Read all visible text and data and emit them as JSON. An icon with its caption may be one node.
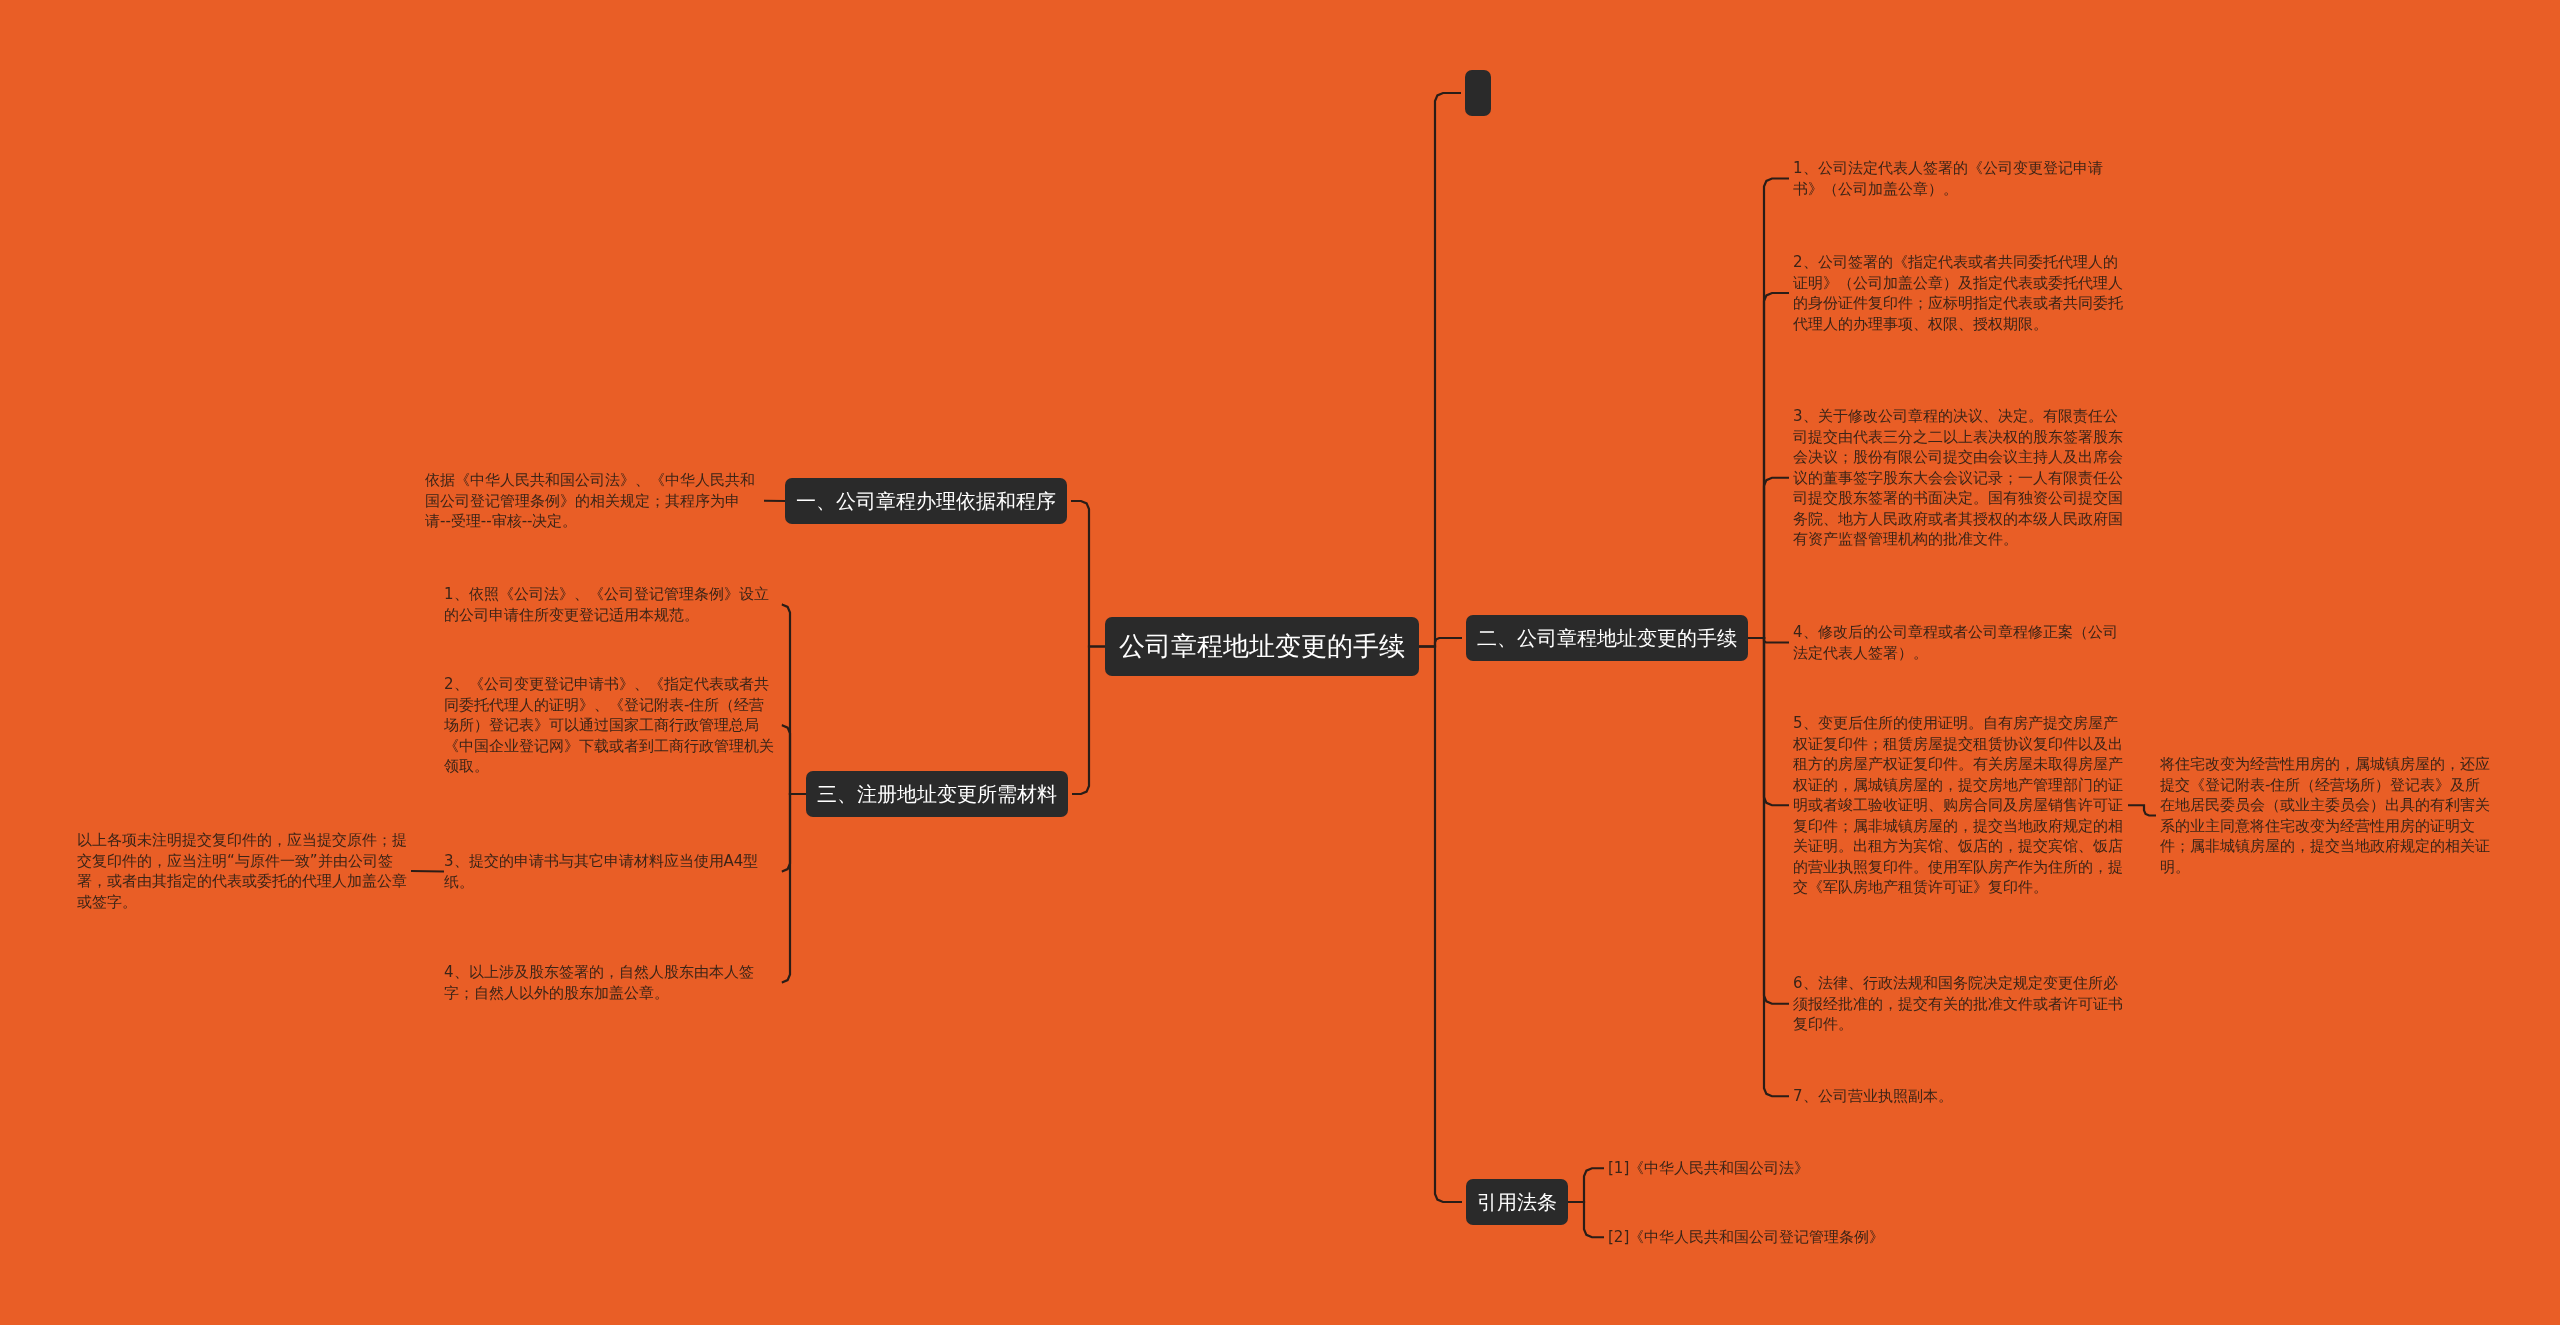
{
  "diagram": {
    "nodes": [
      {
        "text": [
          "公司章程地址变更的手续"
        ]
      },
      {
        "text": [],
        "shape": "box"
      },
      {
        "text": [
          "一、公司章程办理依据和程序"
        ]
      },
      {
        "text": [
          "依据《中华人民共和国公司法》、《中华人民共和国公司登记管理条例》的相关规定；其程序为申请--受理--审核--决定。"
        ]
      },
      {
        "text": [
          "三、注册地址变更所需材料"
        ]
      },
      {
        "text": [
          "1、依照《公司法》、《公司登记管理条例》设立的公司申请住所变更登记适用本规范。"
        ]
      },
      {
        "text": [
          "2、《公司变更登记申请书》、《指定代表或者共同委托代理人的证明》、《登记附表-住所（经营场所）登记表》可以通过国家工商行政管理总局《中国企业登记网》下载或者到工商行政管理机关领取。"
        ]
      },
      {
        "text": [
          "3、提交的申请书与其它申请材料应当使用A4型纸。"
        ]
      },
      {
        "text": [
          "4、以上涉及股东签署的，自然人股东由本人签字；自然人以外的股东加盖公章。"
        ]
      },
      {
        "text": [
          "以上各项未注明提交复印件的，应当提交原件；提交复印件的，应当注明“与原件一致”并由公司签署，或者由其指定的代表或委托的代理人加盖公章或签字。"
        ]
      },
      {
        "text": [
          "二、公司章程地址变更的手续"
        ]
      },
      {
        "text": [
          "1、公司法定代表人签署的《公司变更登记申请书》（公司加盖公章）。"
        ]
      },
      {
        "text": [
          "2、公司签署的《指定代表或者共同委托代理人的证明》（公司加盖公章）及指定代表或委托代理人的身份证件复印件；应标明指定代表或者共同委托代理人的办理事项、权限、授权期限。"
        ]
      },
      {
        "text": [
          "3、关于修改公司章程的决议、决定。有限责任公司提交由代表三分之二以上表决权的股东签署股东会决议；股份有限公司提交由会议主持人及出席会议的董事签字股东大会会议记录；一人有限责任公司提交股东签署的书面决定。国有独资公司提交国务院、地方人民政府或者其授权的本级人民政府国有资产监督管理机构的批准文件。"
        ]
      },
      {
        "text": [
          "4、修改后的公司章程或者公司章程修正案（公司法定代表人签署）。"
        ]
      },
      {
        "text": [
          "5、变更后住所的使用证明。自有房产提交房屋产权证复印件；租赁房屋提交租赁协议复印件以及出租方的房屋产权证复印件。有关房屋未取得房屋产权证的，属城镇房屋的，提交房地产管理部门的证明或者竣工验收证明、购房合同及房屋销售许可证复印件；属非城镇房屋的，提交当地政府规定的相关证明。出租方为宾馆、饭店的，提交宾馆、饭店的营业执照复印件。使用军队房产作为住所的，提交《军队房地产租赁许可证》复印件。"
        ]
      },
      {
        "text": [
          "6、法律、行政法规和国务院决定规定变更住所必须报经批准的，提交有关的批准文件或者许可证书复印件。"
        ]
      },
      {
        "text": [
          "7、公司营业执照副本。"
        ]
      },
      {
        "text": [
          "将住宅改变为经营性用房的，属城镇房屋的，还应提交《登记附表-住所（经营场所）登记表》及所在地居民委员会（或业主委员会）出具的有利害关系的业主同意将住宅改变为经营性用房的证明文件；属非城镇房屋的，提交当地政府规定的相关证明。"
        ]
      },
      {
        "text": [
          "引用法条"
        ]
      },
      {
        "text": [
          "[1]《中华人民共和国公司法》"
        ]
      },
      {
        "text": [
          "[2]《中华人民共和国公司登记管理条例》"
        ]
      }
    ],
    "edges": [
      {
        "from": 0,
        "to": 1,
        "arrow": "none"
      },
      {
        "from": 0,
        "to": 2,
        "arrow": "none"
      },
      {
        "from": 0,
        "to": 4,
        "arrow": "none"
      },
      {
        "from": 0,
        "to": 10,
        "arrow": "none"
      },
      {
        "from": 0,
        "to": 19,
        "arrow": "none"
      },
      {
        "from": 2,
        "to": 3,
        "arrow": "none"
      },
      {
        "from": 4,
        "to": 5,
        "arrow": "none"
      },
      {
        "from": 4,
        "to": 6,
        "arrow": "none"
      },
      {
        "from": 4,
        "to": 7,
        "arrow": "none"
      },
      {
        "from": 4,
        "to": 8,
        "arrow": "none"
      },
      {
        "from": 7,
        "to": 9,
        "arrow": "none"
      },
      {
        "from": 10,
        "to": 11,
        "arrow": "none"
      },
      {
        "from": 10,
        "to": 12,
        "arrow": "none"
      },
      {
        "from": 10,
        "to": 13,
        "arrow": "none"
      },
      {
        "from": 10,
        "to": 14,
        "arrow": "none"
      },
      {
        "from": 10,
        "to": 15,
        "arrow": "none"
      },
      {
        "from": 10,
        "to": 16,
        "arrow": "none"
      },
      {
        "from": 10,
        "to": 17,
        "arrow": "none"
      },
      {
        "from": 15,
        "to": 18,
        "arrow": "none"
      },
      {
        "from": 19,
        "to": 20,
        "arrow": "none"
      },
      {
        "from": 19,
        "to": 21,
        "arrow": "none"
      }
    ]
  }
}
